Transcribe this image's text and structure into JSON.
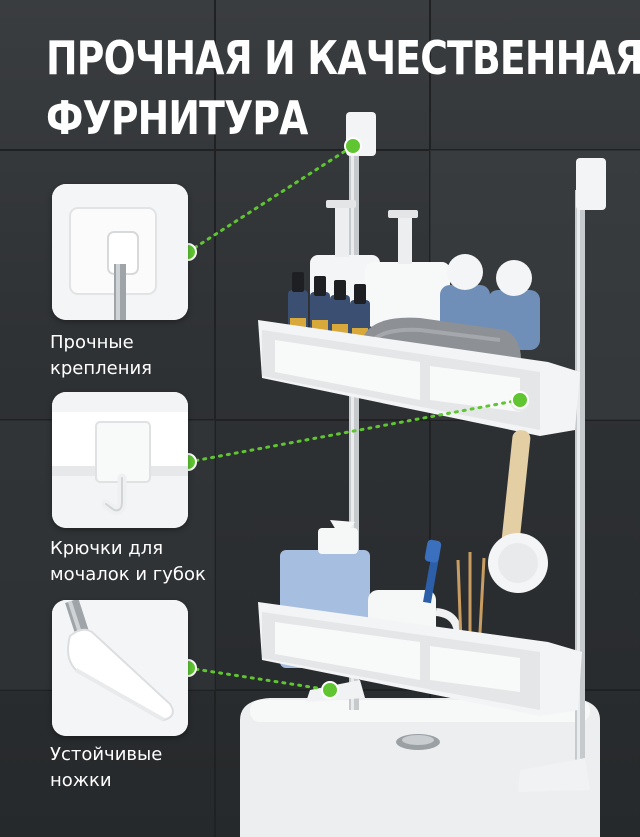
{
  "title": {
    "line1": "ПРОЧНАЯ И КАЧЕСТВЕННАЯ",
    "line2": "ФУРНИТУРА"
  },
  "features": [
    {
      "line1": "Прочные",
      "line2": "крепления",
      "icon": "wall-mount-icon"
    },
    {
      "line1": "Крючки для",
      "line2": "мочалок и губок",
      "icon": "hook-icon"
    },
    {
      "line1": "Устойчивые",
      "line2": "ножки",
      "icon": "foot-icon"
    }
  ],
  "colors": {
    "accent": "#5fc531",
    "text": "#ffffff",
    "wall": "#2f3235",
    "shelf": "#f2f3f4"
  }
}
